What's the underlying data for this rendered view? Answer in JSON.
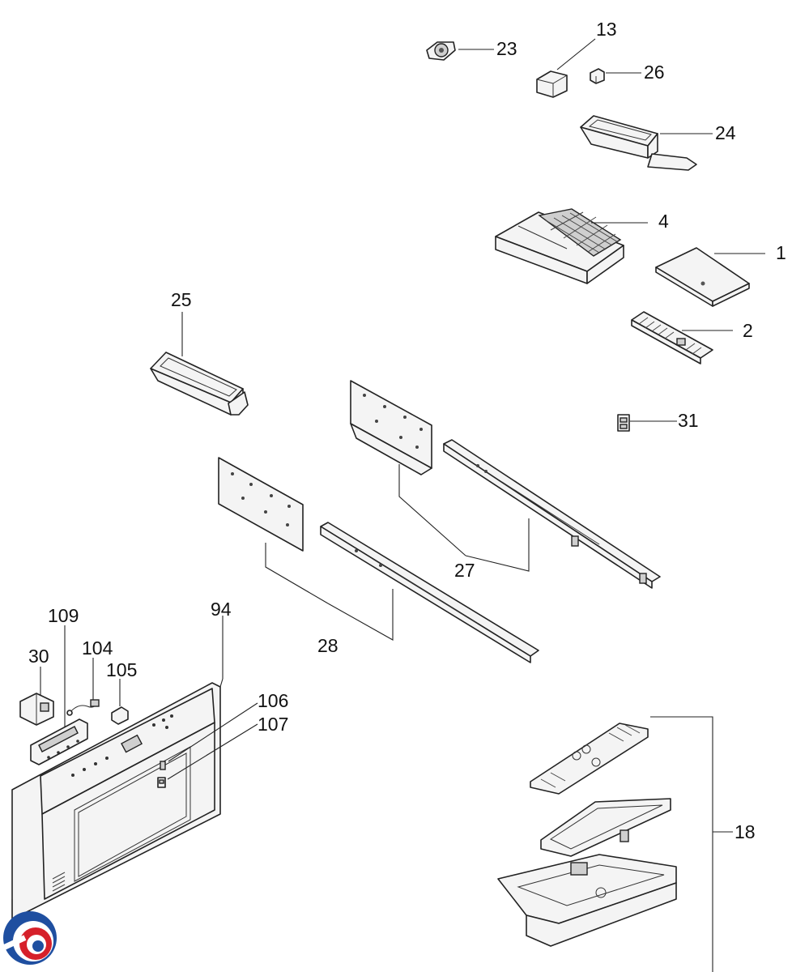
{
  "callouts": {
    "c23": "23",
    "c13": "13",
    "c26": "26",
    "c24": "24",
    "c4": "4",
    "c1": "1",
    "c2": "2",
    "c25": "25",
    "c31": "31",
    "c27": "27",
    "c28": "28",
    "c109": "109",
    "c94": "94",
    "c104": "104",
    "c30": "30",
    "c105": "105",
    "c106": "106",
    "c107": "107",
    "c18": "18"
  },
  "logo": {
    "name": "brand-logo",
    "colors": [
      "#1f4fa0",
      "#d6202a"
    ]
  }
}
